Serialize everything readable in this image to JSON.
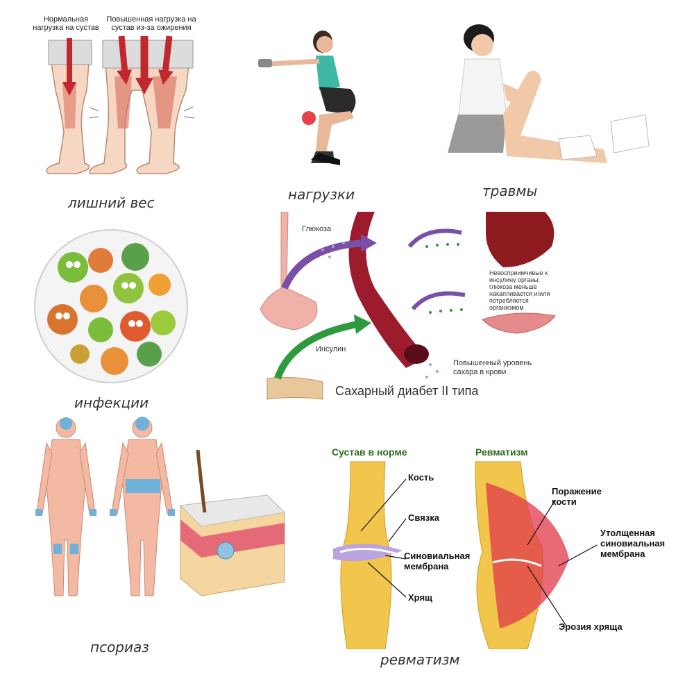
{
  "panels": {
    "weight": {
      "caption": "лишний вес",
      "label_normal": "Нормальная нагрузка на сустав",
      "label_increased": "Повышенная нагрузка на сустав из-за ожирения"
    },
    "loads": {
      "caption": "нагрузки"
    },
    "injuries": {
      "caption": "травмы"
    },
    "infections": {
      "caption": "инфекции"
    },
    "diabetes": {
      "title": "Сахарный диабет II типа",
      "glucose": "Глюкоза",
      "insulin": "Инсулин",
      "organs_note": "Невосприимчивые к инсулину органы; глюкоза меньше накапливается и/или потребляется организмом",
      "blood_sugar": "Повышенный уровень сахара в крови"
    },
    "psoriasis": {
      "caption": "псориаз"
    },
    "rheumatism": {
      "caption": "ревматизм",
      "normal_title": "Сустав в норме",
      "rheum_title": "Ревматизм",
      "bone": "Кость",
      "ligament": "Связка",
      "synovial": "Синовиальная мембрана",
      "cartilage": "Хрящ",
      "bone_damage": "Поражение кости",
      "thick_synovial": "Утолщенная синовиальная мембрана",
      "cartilage_erosion": "Эрозия хряща"
    }
  },
  "colors": {
    "arrow_red": "#c0282e",
    "artery": "#9c1c2e",
    "liver": "#8e1b1f",
    "glucose_arrow": "#7a4fa8",
    "insulin_arrow": "#2f9a3d",
    "bone_yellow": "#f2c64c",
    "synovial_purple": "#b9a3e0",
    "skin": "#f4b9a3",
    "psoriasis_blue": "#6fb1d9"
  }
}
